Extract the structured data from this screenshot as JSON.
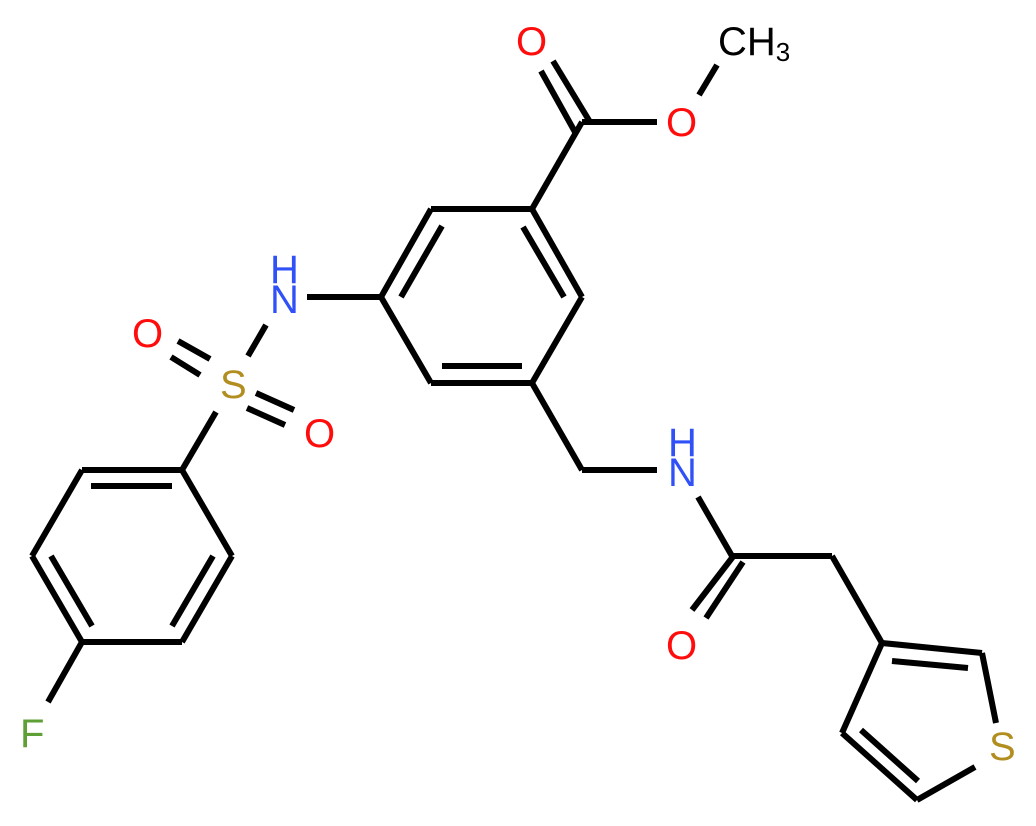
{
  "molecule": {
    "description": "methyl 3-[(4-fluorophenyl)sulfonylamino]-5-[[(2-thiophen-3-ylacetyl)amino]methyl]benzoate",
    "colors": {
      "carbon_bond": "#000000",
      "oxygen": "#ff0d0d",
      "nitrogen": "#3050f8",
      "sulfur": "#b28d1f",
      "fluorine": "#5fa036"
    },
    "atoms": {
      "ester_carbonyl_O": "O",
      "ester_O": "O",
      "methyl_C": "CH",
      "methyl_sub": "3",
      "sulfonamide_N": "N",
      "sulfonamide_H": "H",
      "sulfonyl_S": "S",
      "sulfonyl_O1": "O",
      "sulfonyl_O2": "O",
      "fluorine": "F",
      "amide_N": "N",
      "amide_H": "H",
      "amide_O": "O",
      "thiophene_S": "S"
    }
  }
}
